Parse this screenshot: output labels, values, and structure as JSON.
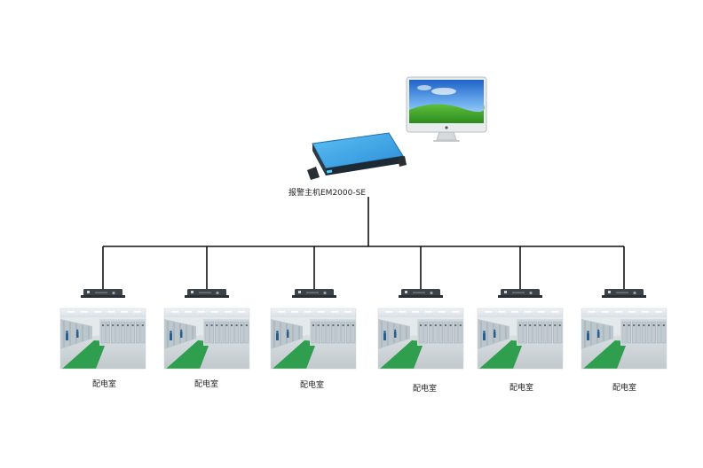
{
  "monitor": {
    "label": ""
  },
  "host": {
    "label": "报警主机EM2000-SE"
  },
  "rooms": [
    {
      "label": "配电室"
    },
    {
      "label": "配电室"
    },
    {
      "label": "配电室"
    },
    {
      "label": "配电室"
    },
    {
      "label": "配电室"
    },
    {
      "label": "配电室"
    }
  ],
  "colors": {
    "line": "#111111",
    "server_body": "#3aa0e6",
    "floor": "#2f9e4f",
    "cabinet": "#cfd6dc",
    "screen_sky": "#2f7fd8",
    "screen_grass": "#3a9a2c"
  },
  "icons": {
    "monitor": "desktop-monitor-icon",
    "host": "rack-server-icon",
    "module": "collector-module-icon",
    "room": "switchgear-room-photo"
  }
}
